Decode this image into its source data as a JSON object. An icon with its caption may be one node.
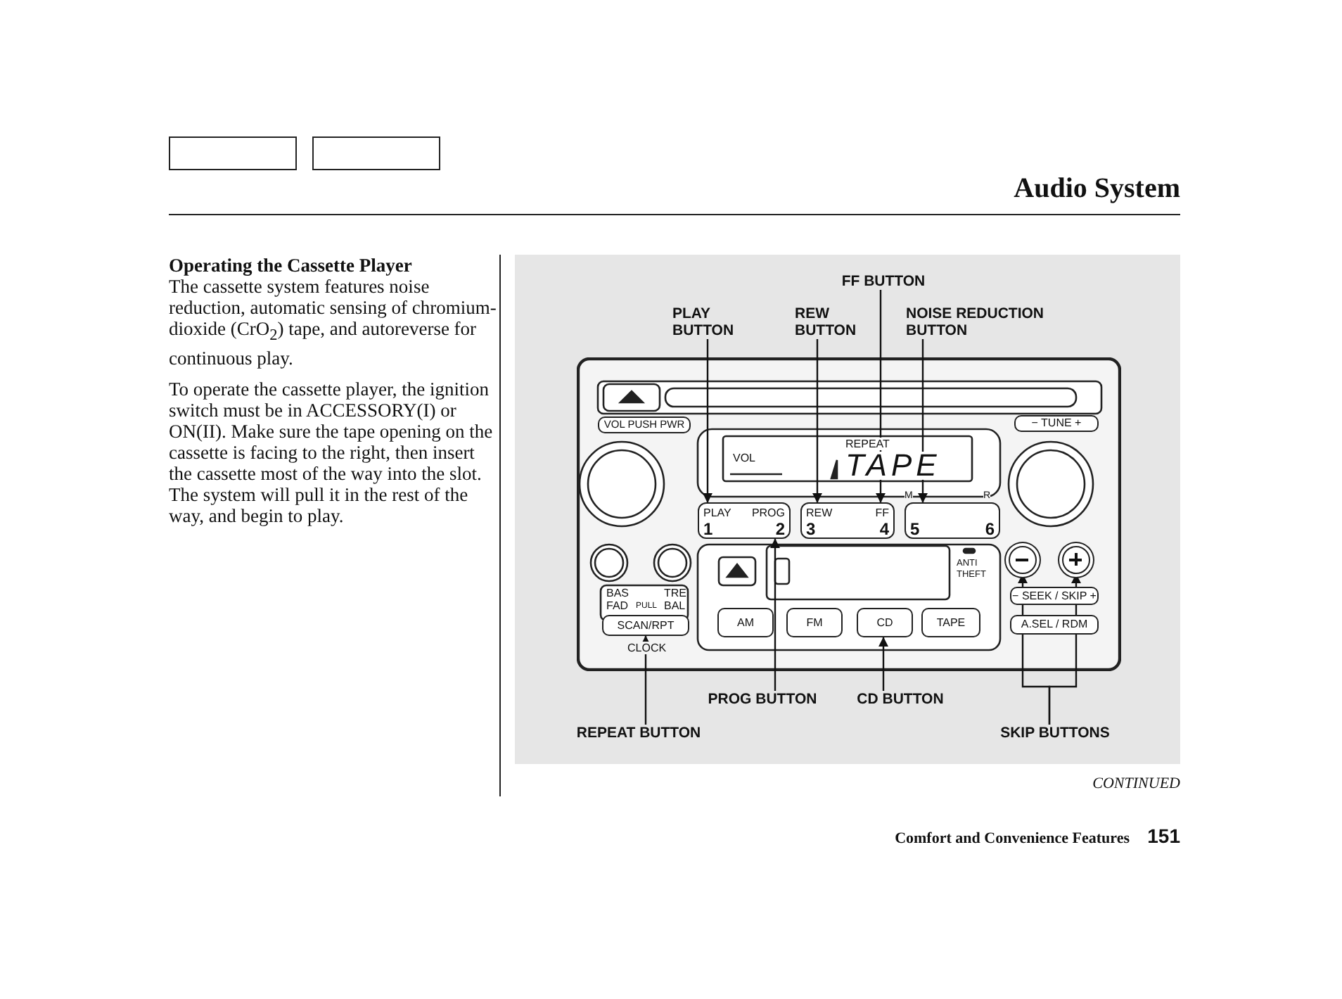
{
  "diagram": {
    "title": "Audio System",
    "nodes": [
      {
        "text": [
          "FF BUTTON"
        ]
      },
      {
        "text": [
          "PLAY BUTTON"
        ]
      },
      {
        "text": [
          "REW BUTTON"
        ]
      },
      {
        "text": [
          "NOISE REDUCTION BUTTON"
        ]
      },
      {
        "text": [
          "PLAY",
          "PROG",
          "1",
          "2"
        ]
      },
      {
        "text": [
          "REW",
          "FF",
          "3",
          "4"
        ]
      },
      {
        "text": [
          "5",
          "6"
        ]
      },
      {
        "text": [
          "SCAN/RPT"
        ]
      },
      {
        "text": [
          "CD"
        ]
      },
      {
        "text": [],
        "shape": "circle"
      },
      {
        "text": [],
        "shape": "circle"
      },
      {
        "text": [
          "PROG BUTTON"
        ]
      },
      {
        "text": [
          "CD BUTTON"
        ]
      },
      {
        "text": [
          "REPEAT BUTTON"
        ]
      },
      {
        "text": [
          "SKIP BUTTONS"
        ]
      },
      {
        "text": [
          "AM"
        ]
      },
      {
        "text": [
          "FM"
        ]
      },
      {
        "text": [
          "TAPE"
        ]
      },
      {
        "text": [
          "A.SEL / RDM"
        ]
      },
      {
        "text": [],
        "shape": "box"
      },
      {
        "text": [],
        "shape": "box"
      },
      {
        "text": [
          "− SEEK / SKIP +"
        ]
      },
      {
        "text": [
          "VOL PUSH PWR"
        ]
      },
      {
        "text": [
          "− TUNE +"
        ]
      }
    ],
    "edges": [
      {
        "from": 1,
        "to": 4,
        "arrow": "to"
      },
      {
        "from": 2,
        "to": 5,
        "arrow": "to"
      },
      {
        "from": 0,
        "to": 5,
        "arrow": "to"
      },
      {
        "from": 3,
        "to": 6,
        "arrow": "to"
      },
      {
        "from": 11,
        "to": 4,
        "arrow": "to"
      },
      {
        "from": 12,
        "to": 8,
        "arrow": "to"
      },
      {
        "from": 13,
        "to": 7,
        "arrow": "to"
      },
      {
        "from": 14,
        "to": 9,
        "arrow": "to"
      },
      {
        "from": 14,
        "to": 10,
        "arrow": "to"
      }
    ],
    "labels": [
      "Operating the Cassette Player",
      "The cassette system features noise reduction, automatic sensing of chromium-dioxide (CrO$_{2}$) tape, and autoreverse for continuous play.",
      "To operate the cassette player, the ignition switch must be in ACCESSORY(I) or ON(II). Make sure the tape opening on the cassette is facing to the right, then insert the cassette most of the way into the slot. The system will pull it in the rest of the way, and begin to play.",
      "VOL",
      "REPEAT",
      "TAPE",
      "M",
      "R",
      "BAS",
      "TRE",
      "FAD",
      "PULL",
      "BAL",
      "CLOCK",
      "ANTI THEFT",
      "CONTINUED",
      "Comfort and Convenience Features",
      "151"
    ]
  }
}
